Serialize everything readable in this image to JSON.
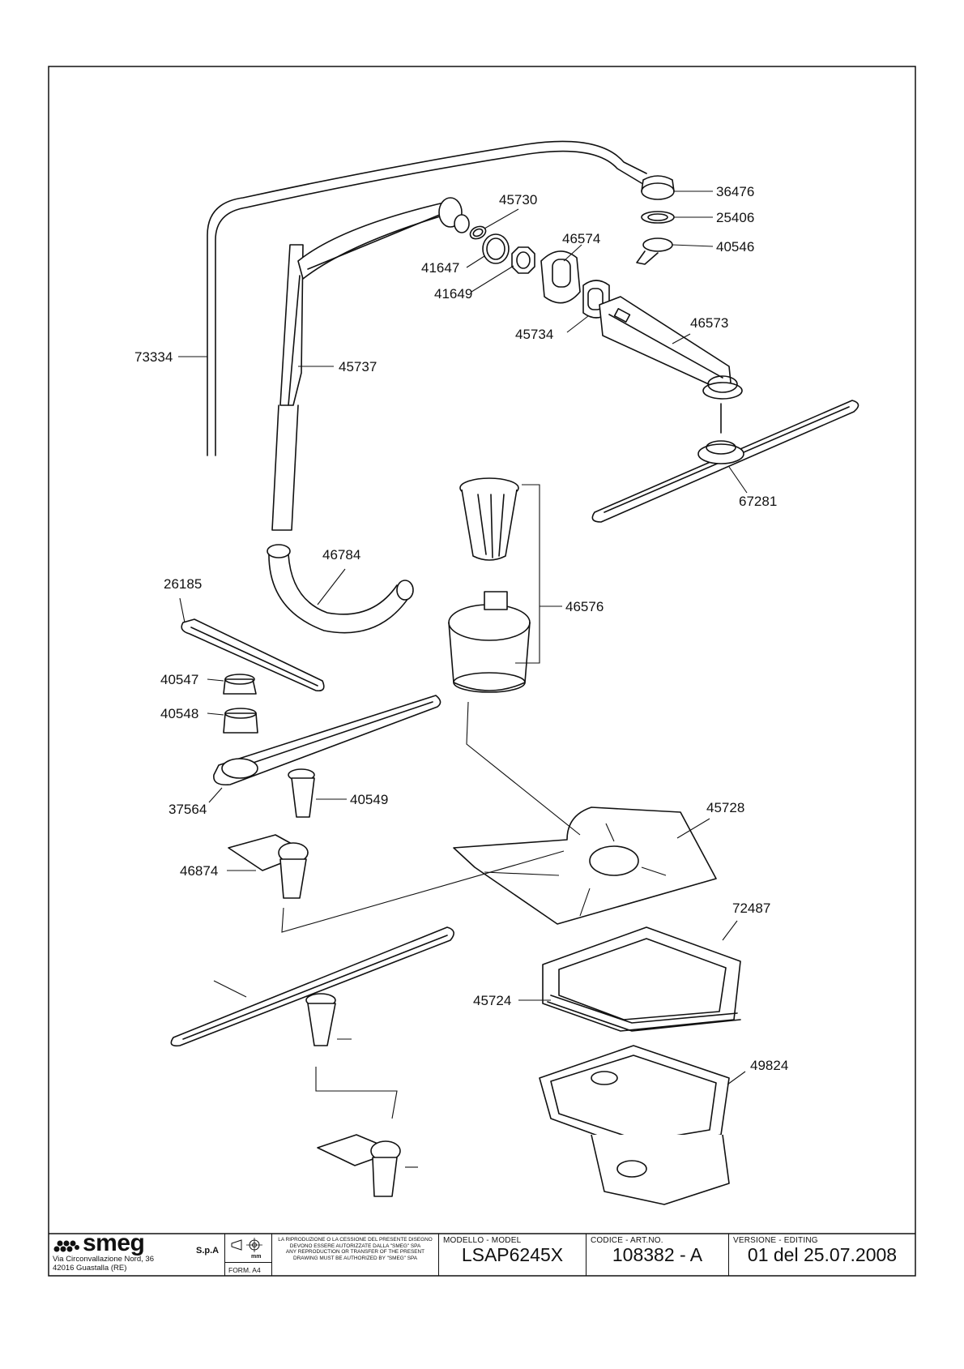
{
  "parts": {
    "p36476": "36476",
    "p25406": "25406",
    "p40546": "40546",
    "p45730": "45730",
    "p46574": "46574",
    "p41647": "41647",
    "p41649": "41649",
    "p45734": "45734",
    "p46573": "46573",
    "p73334": "73334",
    "p45737": "45737",
    "p67281": "67281",
    "p46784": "46784",
    "p26185": "26185",
    "p46576": "46576",
    "p40547": "40547",
    "p40548": "40548",
    "p40549": "40549",
    "p37564": "37564",
    "p45728": "45728",
    "p46874": "46874",
    "p72487": "72487",
    "p45724": "45724",
    "p49824": "49824"
  },
  "title_block": {
    "brand": "smeg",
    "brand_suffix": "S.p.A",
    "address_line1": "Via Circonvallazione Nord, 36",
    "address_line2": "42016  Guastalla (RE)",
    "unit": "mm",
    "format": "FORM. A4",
    "notice_it": "La riproduzione o la cessione del presente disegno devono essere autorizzate dalla \"SMEG\" SpA",
    "notice_en": "Any reproduction or transfer of the present drawing must be authorized by \"SMEG\" SpA",
    "model_caption": "MODELLO - MODEL",
    "model_value": "LSAP6245X",
    "code_caption": "CODICE - ART.NO.",
    "code_value": "108382 - A",
    "version_caption": "VERSIONE - EDITING",
    "version_value": "01 del 25.07.2008"
  }
}
